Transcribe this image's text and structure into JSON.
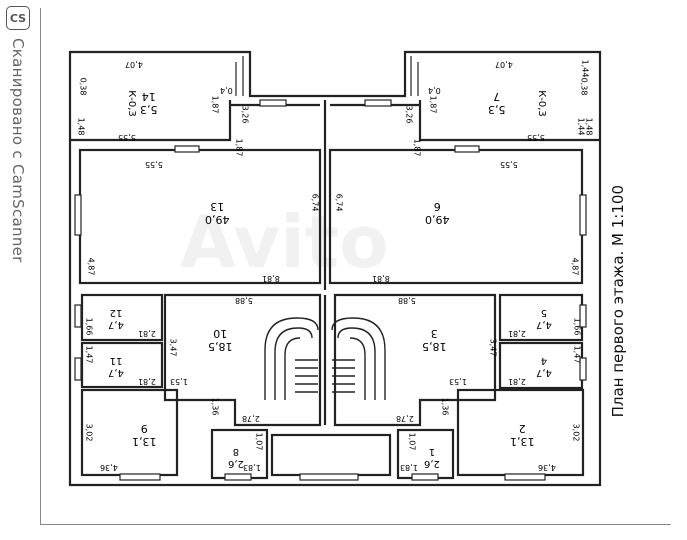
{
  "scanner": {
    "badge": "CS",
    "label": "Сканировано с CamScanner"
  },
  "watermark": "Avito",
  "plan_title": "План первого этажа. М 1:100",
  "rooms": [
    {
      "id": "14",
      "area": "5,3",
      "note": "К-0,3"
    },
    {
      "id": "7",
      "area": "5,3",
      "note": "К-0,3"
    },
    {
      "id": "13",
      "area": "49,0"
    },
    {
      "id": "6",
      "area": "49,0"
    },
    {
      "id": "12",
      "area": "4,7"
    },
    {
      "id": "5",
      "area": "4,7"
    },
    {
      "id": "11",
      "area": "4,7"
    },
    {
      "id": "4",
      "area": "4,7"
    },
    {
      "id": "10",
      "area": "18,5"
    },
    {
      "id": "3",
      "area": "18,5"
    },
    {
      "id": "9",
      "area": "13,1"
    },
    {
      "id": "2",
      "area": "13,1"
    },
    {
      "id": "8",
      "area": "2,6"
    },
    {
      "id": "1",
      "area": "2,6"
    }
  ],
  "dimensions": [
    "4,07",
    "4,07",
    "0,38",
    "0,38",
    "1,48",
    "1,48",
    "5,55",
    "5,55",
    "1,87",
    "1,87",
    "3,26",
    "3,26",
    "0,4",
    "0,4",
    "1,87",
    "1,87",
    "5,55",
    "5,55",
    "6,74",
    "6,74",
    "4,87",
    "4,87",
    "8,81",
    "8,81",
    "5,88",
    "5,88",
    "1,66",
    "1,66",
    "2,81",
    "2,81",
    "1,47",
    "1,47",
    "2,81",
    "2,81",
    "1,53",
    "1,53",
    "3,47",
    "3,47",
    "1,36",
    "1,36",
    "2,78",
    "2,78",
    "3,02",
    "3,02",
    "4,36",
    "4,36",
    "1,83",
    "1,83",
    "1,07",
    "1,07",
    "1,44",
    "1,44"
  ]
}
